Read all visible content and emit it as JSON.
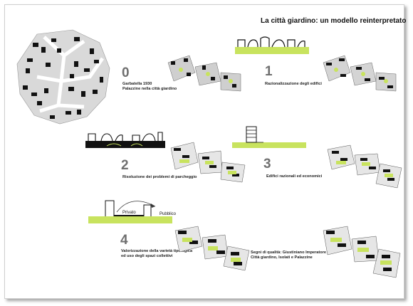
{
  "title": "La città giardino: un modello reinterpretato",
  "steps": [
    {
      "number": "0",
      "lines": [
        "Garbatella 1930",
        "Palazzine nella città giardino"
      ]
    },
    {
      "number": "1",
      "lines": [
        "Razionalizzazione degli edifici"
      ]
    },
    {
      "number": "2",
      "lines": [
        "Risoluzione dei problemi di parcheggio"
      ]
    },
    {
      "number": "3",
      "lines": [
        "Edifici razionali ed economici"
      ]
    },
    {
      "number": "4",
      "lines": [
        "Valorizzazione della  varietà  tipologica",
        "ed uso degli  spazi collettivi"
      ]
    },
    {
      "number": "",
      "lines": [
        "Segni di qualità: Giustiniano Imperatore",
        "Città giardino, Isolati e Palazzine"
      ]
    }
  ],
  "labels": {
    "private": "Privato",
    "public": "Pubblico"
  },
  "colors": {
    "green": "#c8e35e",
    "dark": "#222222",
    "gray": "#bdbdbd",
    "number": "#6f6f6f"
  }
}
